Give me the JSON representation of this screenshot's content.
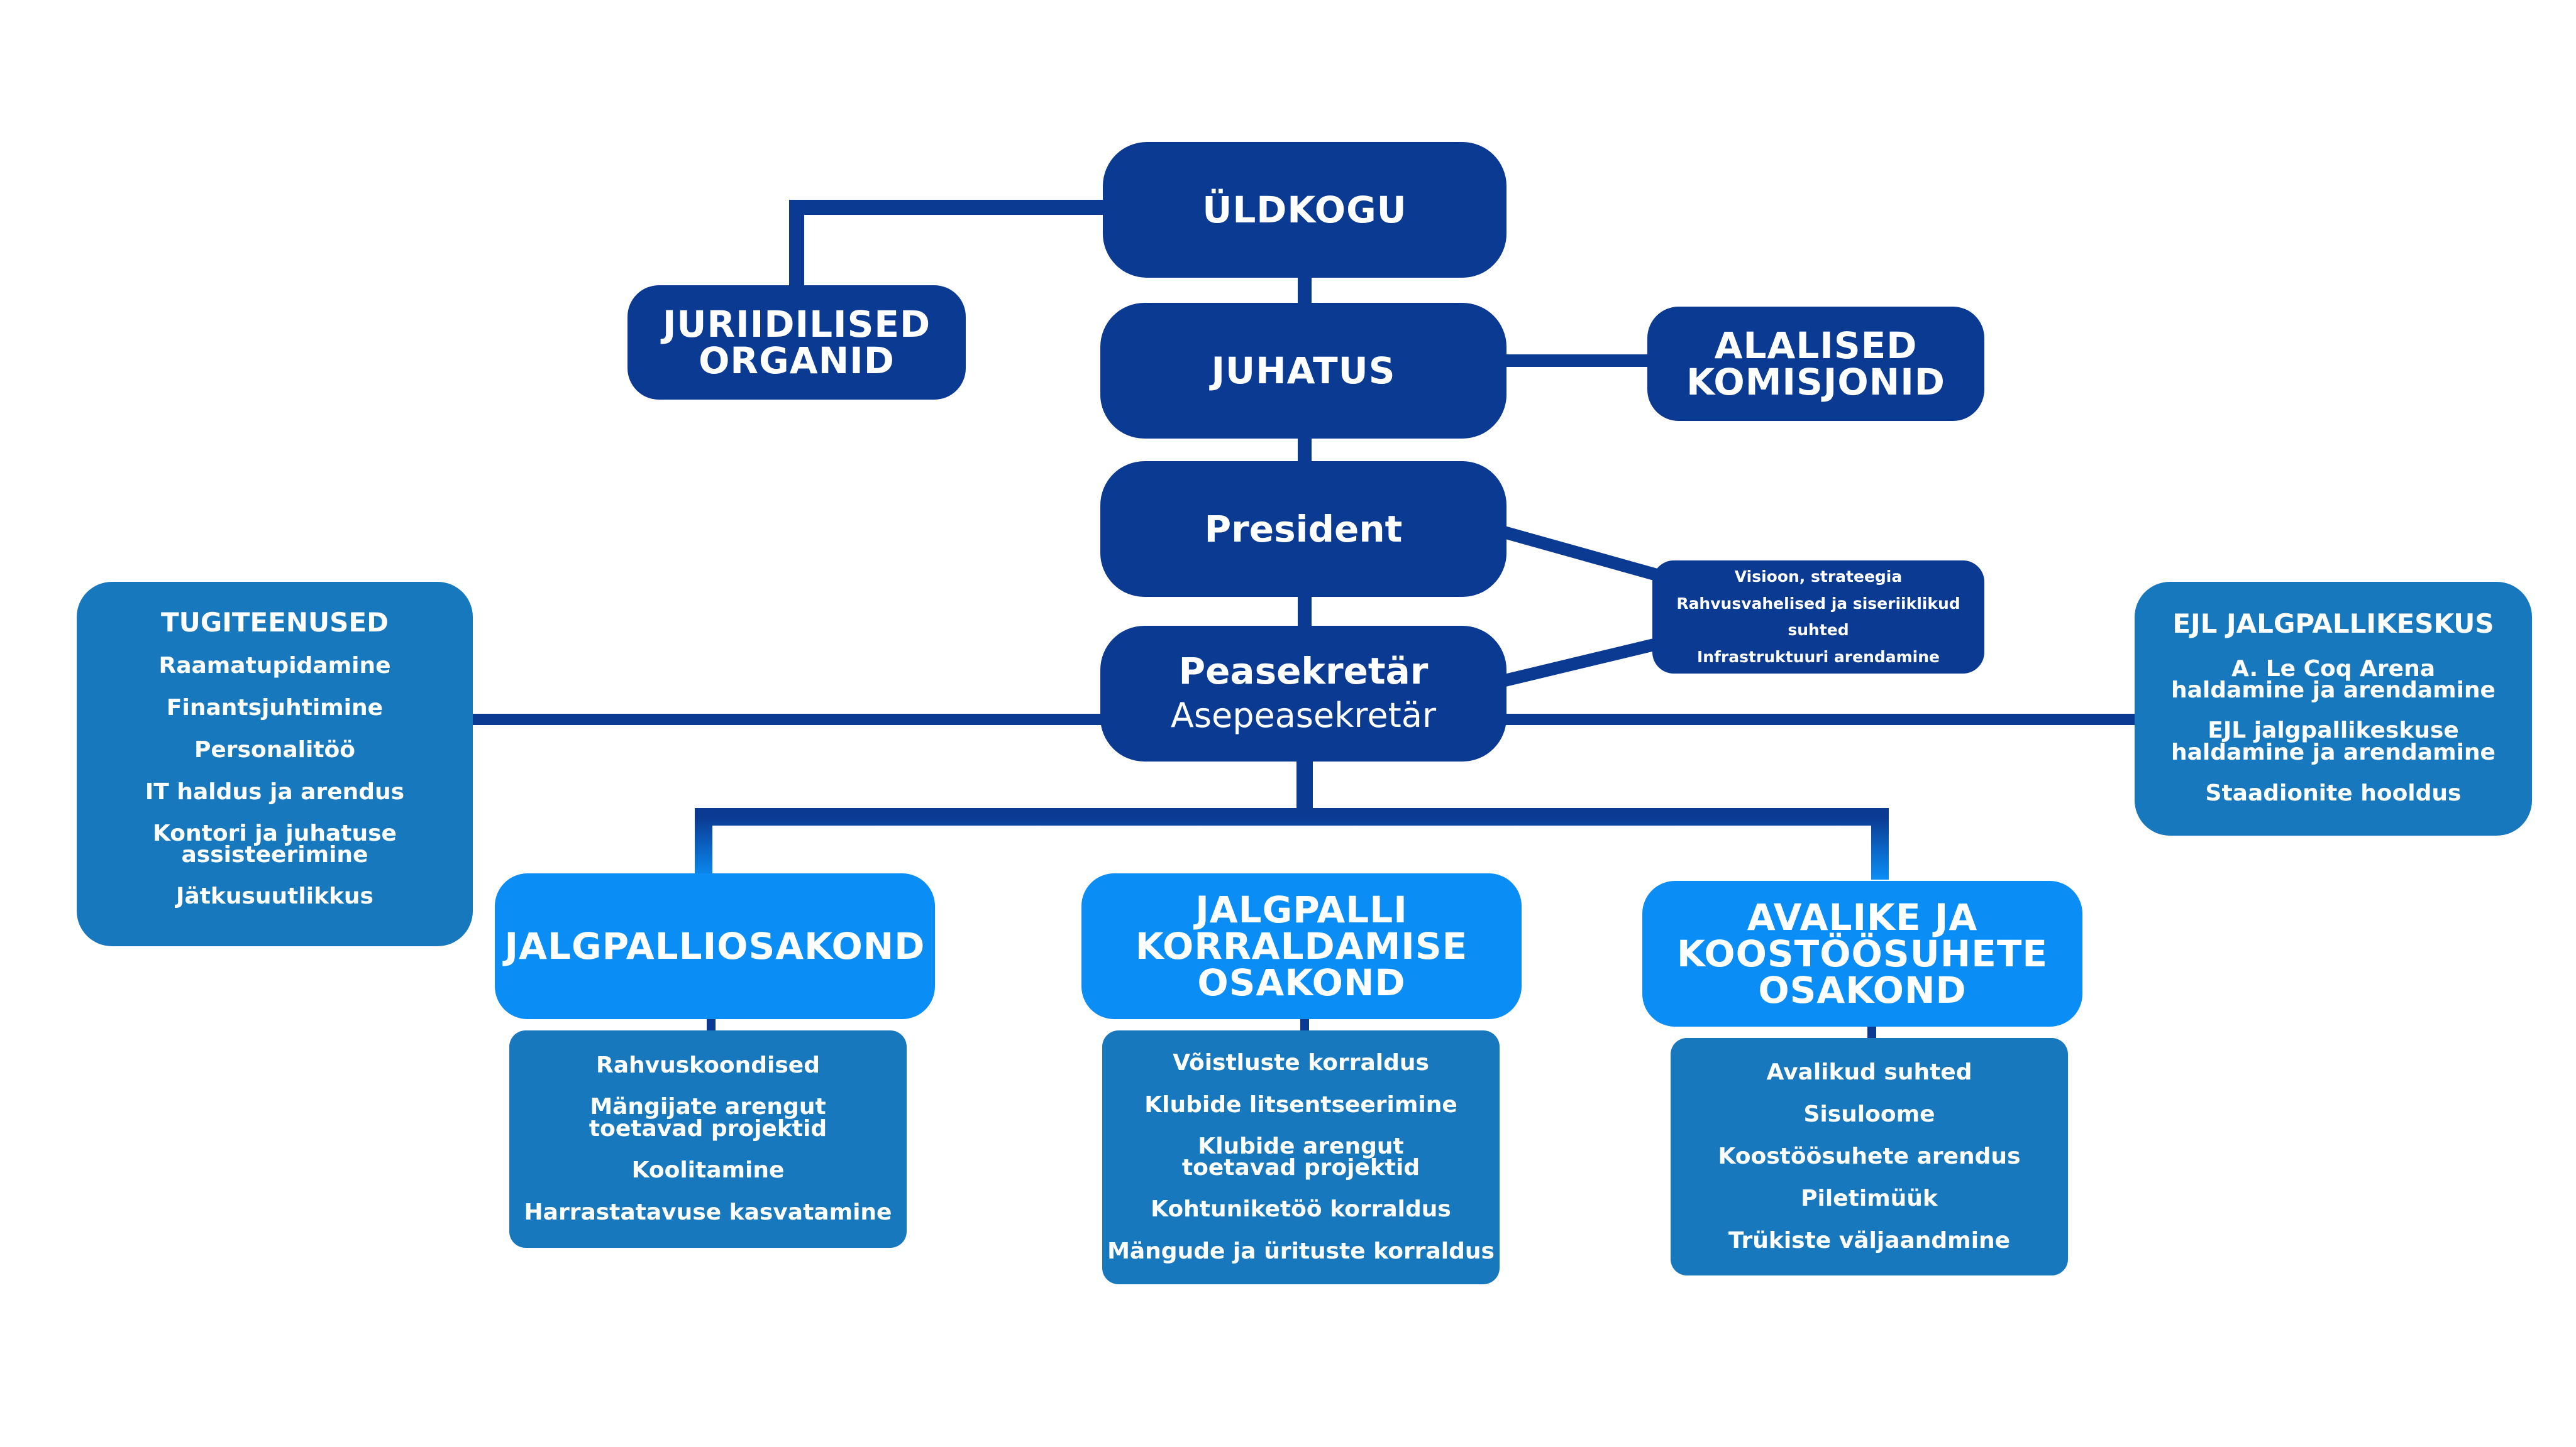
{
  "colors": {
    "dark": "#0b3a92",
    "bright": "#0a8ef5",
    "mid": "#1878bd",
    "connector": "#0b3a92"
  },
  "top": {
    "uldkogu": "ÜLDKOGU",
    "juhatus": "JUHATUS",
    "president": "President",
    "peasekretar": "Peasekretär",
    "asepeasekretar": "Asepeasekretär"
  },
  "juriidilised": {
    "line1": "JURIIDILISED",
    "line2": "ORGANID"
  },
  "alalised": {
    "line1": "ALALISED",
    "line2": "KOMISJONID"
  },
  "president_tasks": {
    "items": [
      "Visioon, strateegia",
      "Rahvusvahelised ja siseriiklikud suhted",
      "Infrastruktuuri arendamine"
    ]
  },
  "tugiteenused": {
    "title": "TUGITEENUSED",
    "items": [
      "Raamatupidamine",
      "Finantsjuhtimine",
      "Personalitöö",
      "IT haldus ja arendus",
      "Kontori ja juhatuse",
      "assisteerimine",
      "Jätkusuutlikkus"
    ]
  },
  "jalgpallikeskus": {
    "title": "EJL JALGPALLIKESKUS",
    "items": [
      "A. Le Coq Arena",
      "haldamine ja arendamine",
      "EJL jalgpallikeskuse",
      "haldamine ja arendamine",
      "Staadionite hooldus"
    ]
  },
  "departments": [
    {
      "title_lines": [
        "JALGPALLIOSAKOND"
      ],
      "items": [
        "Rahvuskoondised",
        "Mängijate arengut",
        "toetavad projektid",
        "Koolitamine",
        "Harrastatavuse kasvatamine"
      ]
    },
    {
      "title_lines": [
        "JALGPALLI",
        "KORRALDAMISE",
        "OSAKOND"
      ],
      "items": [
        "Võistluste korraldus",
        "Klubide litsentseerimine",
        "Klubide arengut",
        "toetavad projektid",
        "Kohtuniketöö korraldus",
        "Mängude ja ürituste korraldus"
      ]
    },
    {
      "title_lines": [
        "AVALIKE JA",
        "KOOSTÖÖSUHETE",
        "OSAKOND"
      ],
      "items": [
        "Avalikud suhted",
        "Sisuloome",
        "Koostöösuhete arendus",
        "Piletimüük",
        "Trükiste väljaandmine"
      ]
    }
  ]
}
